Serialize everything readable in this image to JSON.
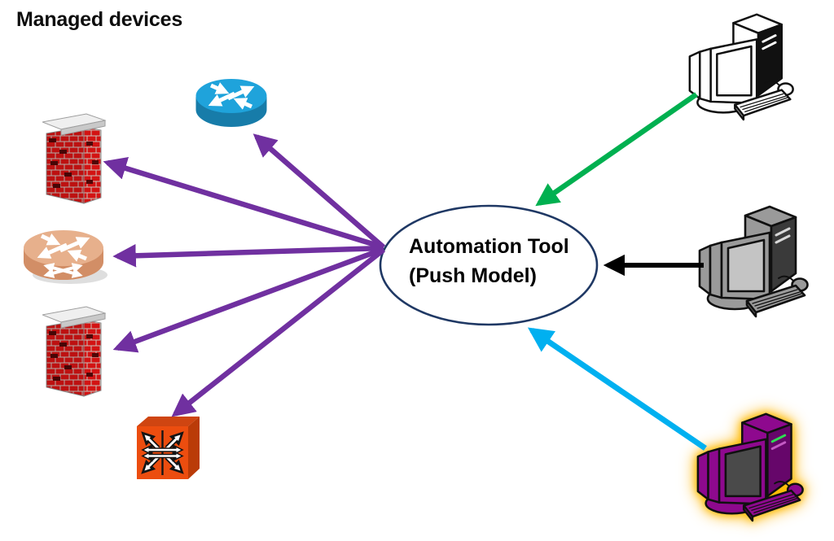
{
  "title": "Managed devices",
  "automation_tool": {
    "label_line1": "Automation Tool",
    "label_line2": "(Push Model)"
  },
  "managed_devices": [
    {
      "id": "firewall-1",
      "type": "firewall",
      "icon": "firewall-icon"
    },
    {
      "id": "router-blue",
      "type": "router",
      "icon": "router-icon"
    },
    {
      "id": "router-tan",
      "type": "router",
      "icon": "router-icon"
    },
    {
      "id": "firewall-2",
      "type": "firewall",
      "icon": "firewall-icon"
    },
    {
      "id": "switch-1",
      "type": "multilayer-switch",
      "icon": "multilayer-switch-icon"
    }
  ],
  "admin_workstations": [
    {
      "id": "workstation-outline",
      "icon": "workstation-icon",
      "style": "outline",
      "arrow_color": "#00B050"
    },
    {
      "id": "workstation-gray",
      "icon": "workstation-icon",
      "style": "gray",
      "arrow_color": "#000000"
    },
    {
      "id": "workstation-purple",
      "icon": "workstation-icon",
      "style": "purple-glow",
      "arrow_color": "#00B0F0"
    }
  ],
  "arrows": {
    "push_arrows_color": "#7030A0",
    "push_arrows": [
      {
        "from": "automation-tool",
        "to": "router-blue"
      },
      {
        "from": "automation-tool",
        "to": "firewall-1"
      },
      {
        "from": "automation-tool",
        "to": "router-tan"
      },
      {
        "from": "automation-tool",
        "to": "firewall-2"
      },
      {
        "from": "automation-tool",
        "to": "switch-1"
      }
    ],
    "inbound_arrows": [
      {
        "from": "workstation-outline",
        "to": "automation-tool",
        "color": "#00B050"
      },
      {
        "from": "workstation-gray",
        "to": "automation-tool",
        "color": "#000000"
      },
      {
        "from": "workstation-purple",
        "to": "automation-tool",
        "color": "#00B0F0"
      }
    ]
  },
  "colors": {
    "background": "#FFFFFF",
    "text": "#000000",
    "ellipse_border": "#1F3864",
    "purple_arrow": "#7030A0",
    "green_arrow": "#00B050",
    "black_arrow": "#000000",
    "cyan_arrow": "#00B0F0",
    "router_blue_top": "#1FA3DB",
    "router_blue_side": "#177CA9",
    "router_tan_top": "#E7B08C",
    "router_tan_side": "#D28E66",
    "firewall_brick": "#D31313",
    "firewall_brick_dark": "#4E0707",
    "switch_orange": "#EC4D0F",
    "workstation_purple": "#8E098E",
    "workstation_glow": "#FFC000"
  }
}
